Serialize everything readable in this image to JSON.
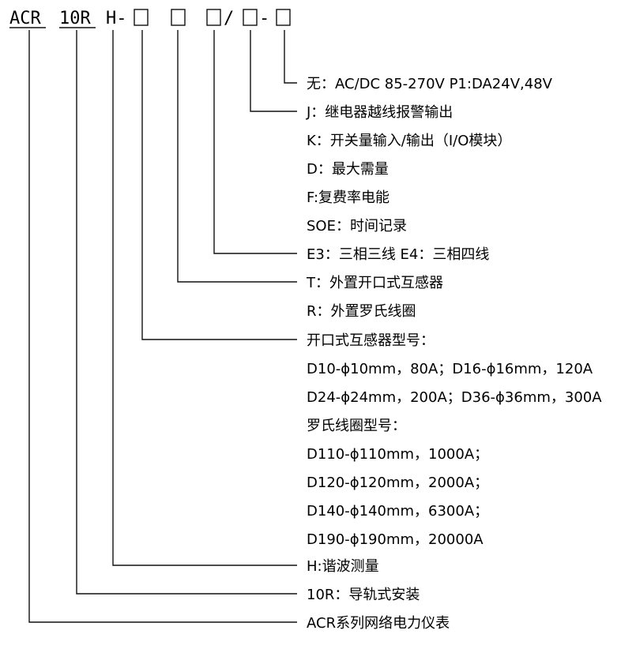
{
  "model": {
    "prefix": "ACR",
    "series": "10R",
    "h_part": "H-",
    "slash": "/",
    "dash": "-"
  },
  "legend": [
    {
      "text": "无：AC/DC 85-270V   P1:DA24V,48V"
    },
    {
      "text": "J：继电器越线报警输出"
    },
    {
      "text": "K：开关量输入/输出（I/O模块）"
    },
    {
      "text": "D：最大需量"
    },
    {
      "text": "F:复费率电能"
    },
    {
      "text": "SOE：时间记录"
    },
    {
      "text": "E3：三相三线    E4：三相四线"
    },
    {
      "text": "T：外置开口式互感器"
    },
    {
      "text": "R：外置罗氏线圈"
    },
    {
      "text": "开口式互感器型号："
    },
    {
      "text": "D10-ϕ10mm，80A；D16-ϕ16mm，120A"
    },
    {
      "text": "D24-ϕ24mm，200A；D36-ϕ36mm，300A"
    },
    {
      "text": "罗氏线圈型号："
    },
    {
      "text": "D110-ϕ110mm，1000A；"
    },
    {
      "text": "D120-ϕ120mm，2000A；"
    },
    {
      "text": "D140-ϕ140mm，6300A；"
    },
    {
      "text": "D190-ϕ190mm，20000A"
    },
    {
      "text": "H:谐波测量"
    },
    {
      "text": "10R：导轨式安装"
    },
    {
      "text": "ACR系列网络电力仪表"
    }
  ]
}
